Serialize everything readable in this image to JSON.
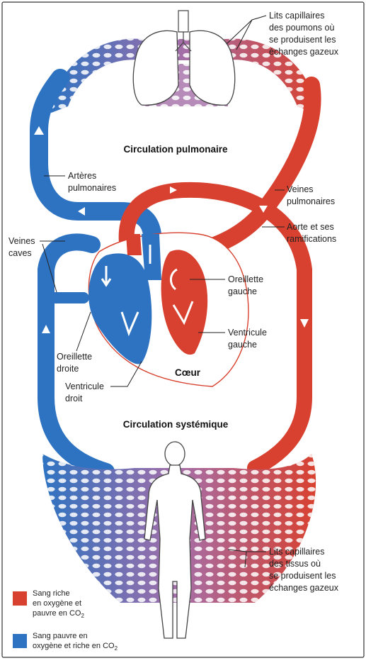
{
  "colors": {
    "oxygenated": "#d8412f",
    "deoxygenated": "#2e73c1",
    "capillary_mix": "#a56ea8"
  },
  "titles": {
    "pulmonary": "Circulation pulmonaire",
    "systemic": "Circulation systémique",
    "heart": "Cœur"
  },
  "labels": {
    "lung_capillaries": [
      "Lits capillaires",
      "des poumons où",
      "se produisent les",
      "échanges gazeux"
    ],
    "pulmonary_arteries": [
      "Artères",
      "pulmonaires"
    ],
    "pulmonary_veins": [
      "Veines",
      "pulmonaires"
    ],
    "aorta": [
      "Aorte et ses",
      "ramifications"
    ],
    "venae_cavae": [
      "Veines",
      "caves"
    ],
    "left_atrium": [
      "Oreillette",
      "gauche"
    ],
    "left_ventricle": [
      "Ventricule",
      "gauche"
    ],
    "right_atrium": [
      "Oreillette",
      "droite"
    ],
    "right_ventricle": [
      "Ventricule",
      "droit"
    ],
    "tissue_capillaries": [
      "Lits capillaires",
      "des tissus où",
      "se produisent les",
      "échanges gazeux"
    ]
  },
  "legend": {
    "oxygen_rich": {
      "line1": "Sang riche",
      "line2": "en oxygène et",
      "line3": "pauvre en CO",
      "sub": "2"
    },
    "oxygen_poor": {
      "line1": "Sang pauvre en",
      "line2": "oxygène et riche en CO",
      "sub": "2"
    }
  },
  "icons": {
    "lungs": "lungs-icon",
    "body": "human-body-icon",
    "heart": "heart-icon",
    "flow_arrow": "flow-arrow-icon"
  }
}
